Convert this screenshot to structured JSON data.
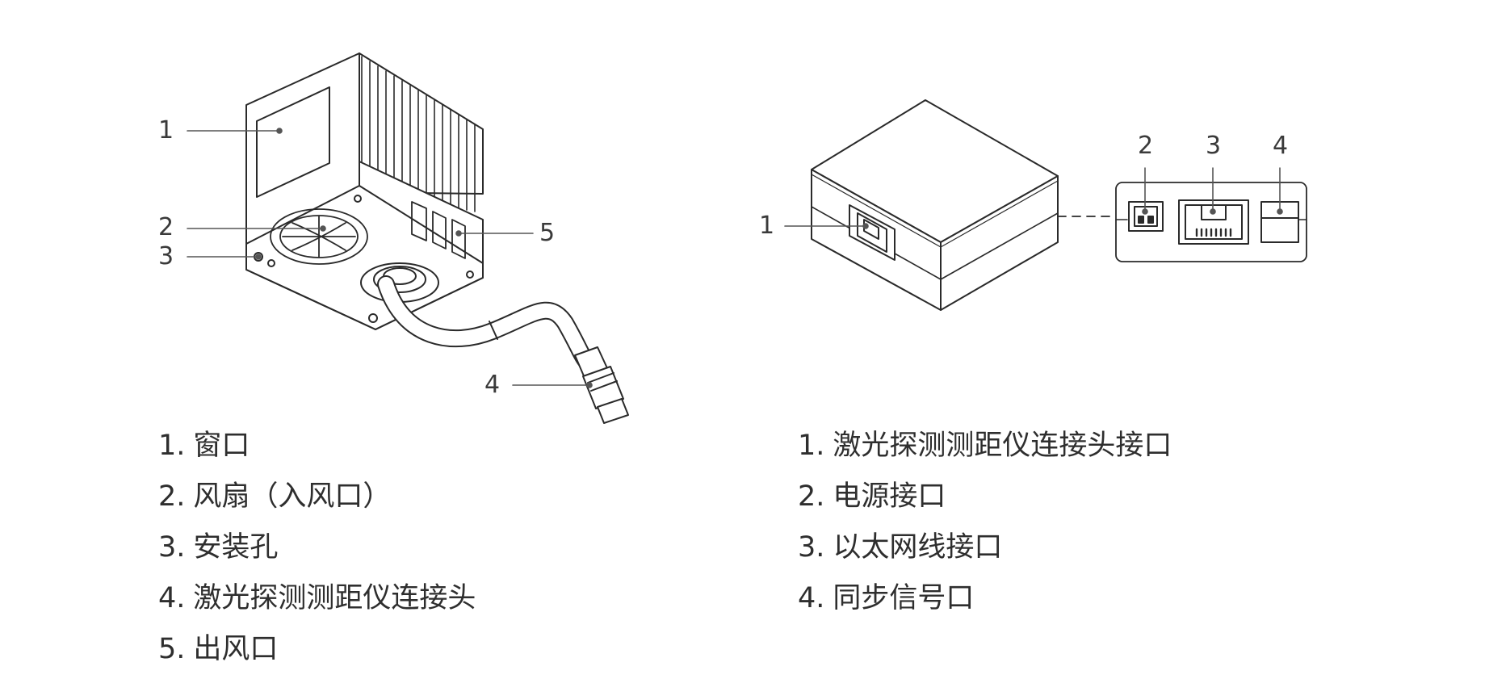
{
  "left_device": {
    "callouts": [
      "1",
      "2",
      "3",
      "4",
      "5"
    ],
    "legend": [
      {
        "num": "1.",
        "text": "窗口"
      },
      {
        "num": "2.",
        "text": "风扇（入风口）"
      },
      {
        "num": "3.",
        "text": "安装孔"
      },
      {
        "num": "4.",
        "text": "激光探测测距仪连接头"
      },
      {
        "num": "5.",
        "text": "出风口"
      }
    ]
  },
  "right_device": {
    "callouts": [
      "1",
      "2",
      "3",
      "4"
    ],
    "legend": [
      {
        "num": "1.",
        "text": "激光探测测距仪连接头接口"
      },
      {
        "num": "2.",
        "text": "电源接口"
      },
      {
        "num": "3.",
        "text": "以太网线接口"
      },
      {
        "num": "4.",
        "text": "同步信号口"
      }
    ]
  }
}
